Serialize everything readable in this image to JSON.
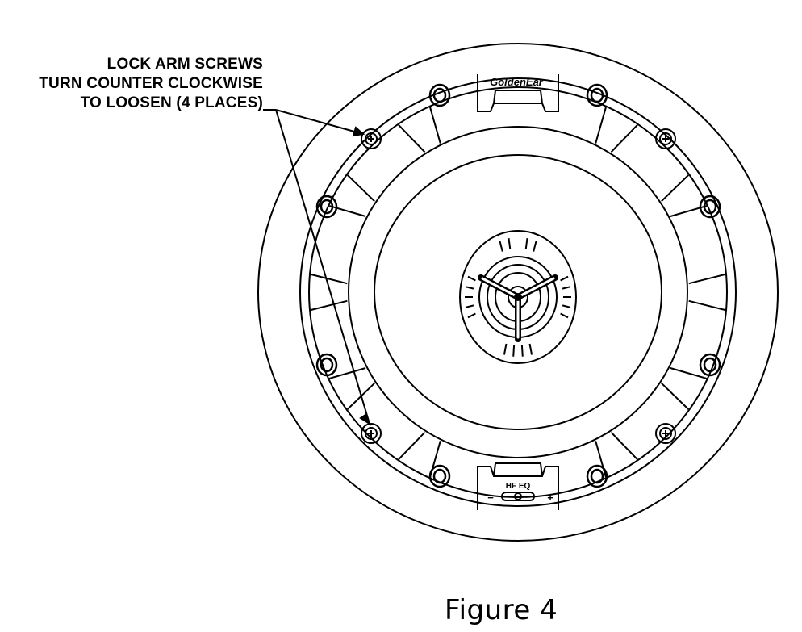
{
  "callout": {
    "line1": "LOCK ARM SCREWS",
    "line2": "TURN COUNTER CLOCKWISE",
    "line3": "TO LOOSEN (4 PLACES)"
  },
  "brand_logo": "GoldenEar",
  "control": {
    "label": "HF EQ",
    "minus": "−",
    "plus": "+"
  },
  "caption": "Figure 4",
  "colors": {
    "line": "#000000",
    "background": "#ffffff"
  }
}
